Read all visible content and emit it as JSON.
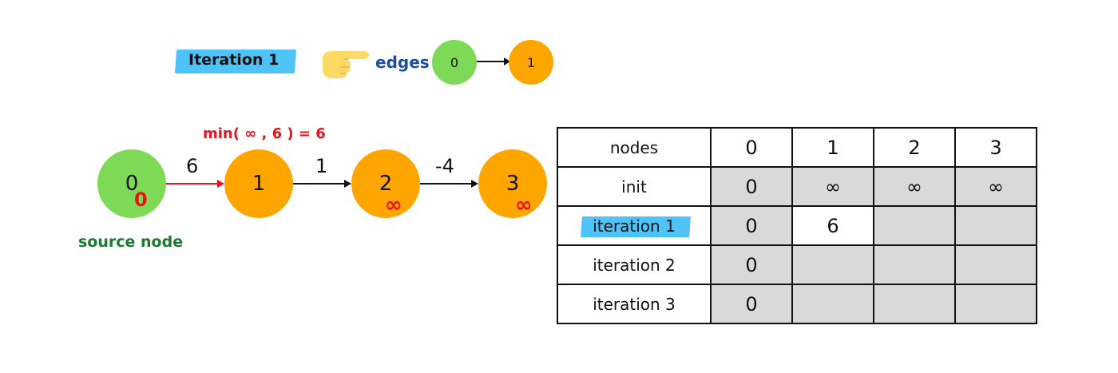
{
  "header": {
    "iteration_title": "Iteration 1",
    "edges_label": "edges",
    "edge_from": "0",
    "edge_to": "1"
  },
  "graph": {
    "nodes": [
      {
        "id": "0",
        "distance": "0",
        "color": "#7ed957"
      },
      {
        "id": "1",
        "distance": "",
        "color": "#ffa500"
      },
      {
        "id": "2",
        "distance": "∞",
        "color": "#ffa500"
      },
      {
        "id": "3",
        "distance": "∞",
        "color": "#ffa500"
      }
    ],
    "edges": [
      {
        "from": "0",
        "to": "1",
        "weight": "6",
        "highlighted": true
      },
      {
        "from": "1",
        "to": "2",
        "weight": "1",
        "highlighted": false
      },
      {
        "from": "2",
        "to": "3",
        "weight": "-4",
        "highlighted": false
      }
    ],
    "min_label": "min( ∞ , 6 ) = 6",
    "source_label": "source node"
  },
  "table": {
    "header": [
      "nodes",
      "0",
      "1",
      "2",
      "3"
    ],
    "rows": [
      {
        "label": "init",
        "values": [
          "0",
          "∞",
          "∞",
          "∞"
        ]
      },
      {
        "label": "iteration 1",
        "values": [
          "0",
          "6",
          "",
          ""
        ]
      },
      {
        "label": "iteration 2",
        "values": [
          "0",
          "",
          "",
          ""
        ]
      },
      {
        "label": "iteration 3",
        "values": [
          "0",
          "",
          "",
          ""
        ]
      }
    ]
  },
  "colors": {
    "green_node": "#7ed957",
    "orange_node": "#ffa500",
    "highlight_blue": "#4fc3f7",
    "red": "#e8121b",
    "edges_blue": "#1a4fa0",
    "source_green": "#1b7a2e",
    "cell_gray": "#d9d9d9"
  }
}
